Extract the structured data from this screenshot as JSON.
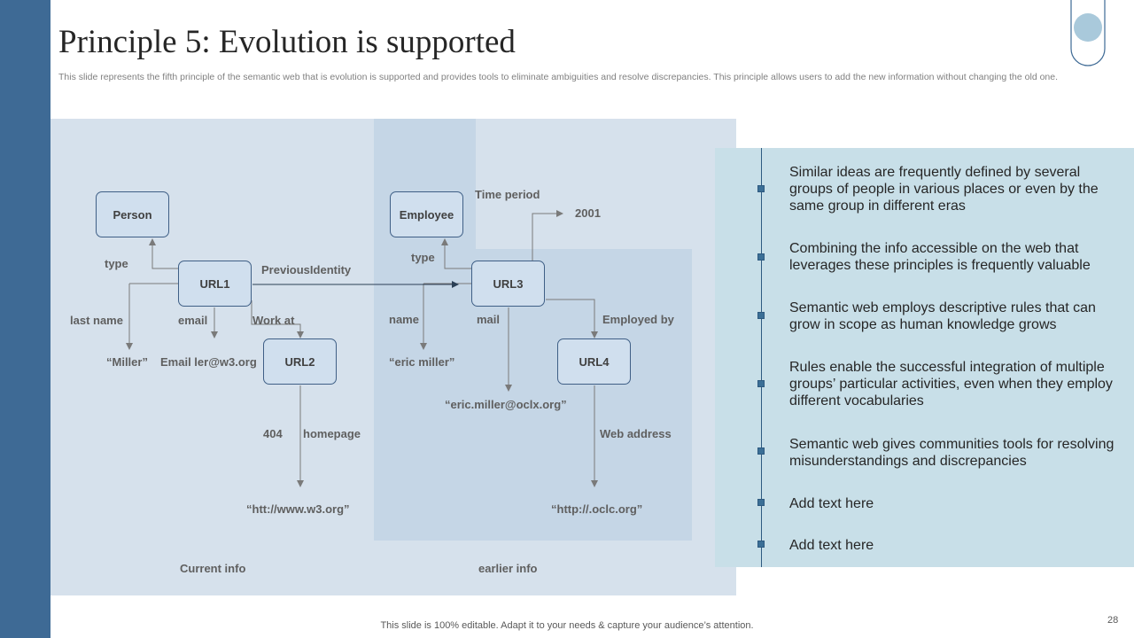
{
  "slide": {
    "title": "Principle 5: Evolution is supported",
    "subtitle": "This slide represents the fifth principle of the semantic web that is evolution is supported and provides tools to eliminate ambiguities and resolve discrepancies. This principle allows users to add the new information without changing the old one.",
    "footer": "This slide is 100% editable. Adapt it to your needs & capture your audience’s attention.",
    "page_number": "28"
  },
  "colors": {
    "left_bar": "#3e6a95",
    "panel": "#d6e1ec",
    "panel_highlight": "#c5d6e6",
    "right_panel": "#c8dfe8",
    "node_border": "#3f5f86",
    "timeline": "#2e5a80"
  },
  "diagram": {
    "nodes": {
      "person": "Person",
      "employee": "Employee",
      "url1": "URL1",
      "url2": "URL2",
      "url3": "URL3",
      "url4": "URL4"
    },
    "labels": {
      "time_period": "Time period",
      "year_2001": "2001",
      "type_1": "type",
      "type_2": "type",
      "previous_identity": "PreviousIdentity",
      "last_name": "last name",
      "email": "email",
      "work_at": "Work at",
      "name": "name",
      "mail": "mail",
      "employed_by": "Employed by",
      "miller": "“Miller”",
      "email_value": "Email ler@w3.org",
      "eric_miller": "“eric miller”",
      "eric_email": "“eric.miller@oclx.org”",
      "code_404": "404",
      "homepage": "homepage",
      "web_address": "Web address",
      "w3_url": "“htt://www.w3.org”",
      "oclc_url": "“http://.oclc.org”",
      "current_info": "Current info",
      "earlier_info": "earlier info"
    }
  },
  "timeline": {
    "items": [
      "Similar ideas are frequently  defined by several groups of people in various places or even by the same group  in different eras",
      "Combining the info accessible on the web that leverages these principles is frequently valuable",
      "Semantic web employs descriptive rules that can grow in scope as human  knowledge grows",
      "Rules enable the successful integration of multiple groups’ particular activities, even when they employ different vocabularies",
      "Semantic web gives communities tools for resolving misunderstandings and discrepancies",
      "Add text here",
      "Add text here"
    ]
  }
}
